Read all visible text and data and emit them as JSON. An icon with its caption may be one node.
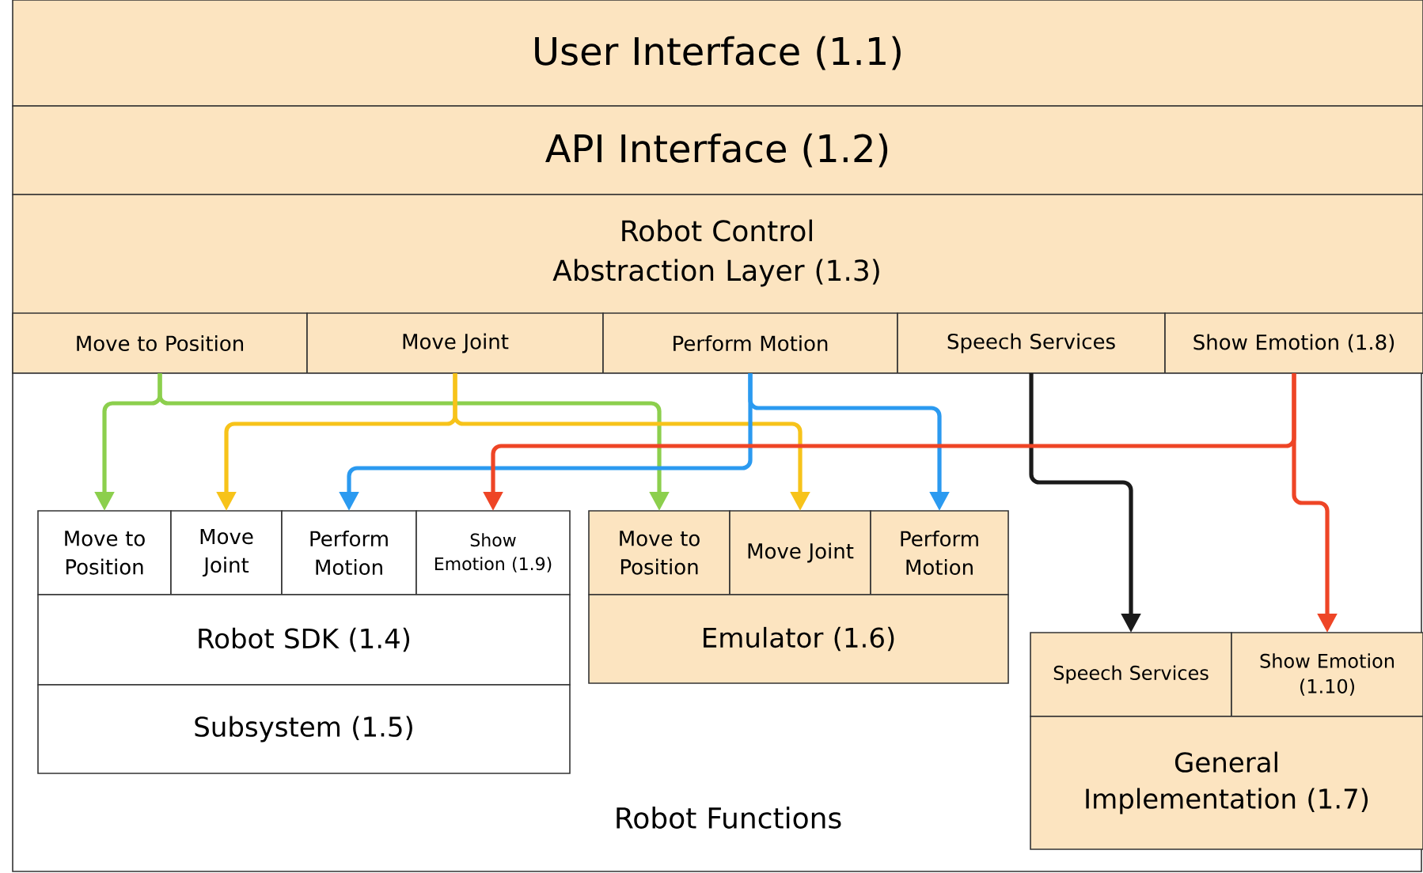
{
  "diagram": {
    "nodes": [
      {
        "text": [
          "User Interface (1.1)"
        ]
      },
      {
        "text": [
          "API Interface (1.2)"
        ]
      },
      {
        "text": [
          "Robot Control Abstraction Layer (1.3)"
        ]
      },
      {
        "text": [
          "Move to Position"
        ],
        "in": 2
      },
      {
        "text": [
          "Move Joint"
        ],
        "in": 2
      },
      {
        "text": [
          "Perform Motion"
        ],
        "in": 2
      },
      {
        "text": [
          "Speech Services"
        ],
        "in": 2
      },
      {
        "text": [
          "Show Emotion (1.8)"
        ],
        "in": 2
      },
      {
        "text": [
          "Robot Functions"
        ]
      },
      {
        "text": [
          "Move to Position"
        ],
        "in": 8
      },
      {
        "text": [
          "Move Joint"
        ],
        "in": 8
      },
      {
        "text": [
          "Perform Motion"
        ],
        "in": 8
      },
      {
        "text": [
          "Show Emotion (1.9)"
        ],
        "in": 8
      },
      {
        "text": [
          "Robot SDK (1.4)"
        ],
        "in": 8
      },
      {
        "text": [
          "Subsystem (1.5)"
        ],
        "in": 8
      },
      {
        "text": [
          "Move to Position"
        ],
        "in": 8
      },
      {
        "text": [
          "Move Joint"
        ],
        "in": 8
      },
      {
        "text": [
          "Perform Motion"
        ],
        "in": 8
      },
      {
        "text": [
          "Emulator (1.6)"
        ],
        "in": 8
      },
      {
        "text": [
          "Speech Services"
        ],
        "in": 8
      },
      {
        "text": [
          "Show Emotion (1.10)"
        ],
        "in": 8
      },
      {
        "text": [
          "General Implementation (1.7)"
        ],
        "in": 8
      }
    ],
    "edges": [
      {
        "from": 3,
        "to": 9,
        "arrow": "to",
        "color": "#8ccf4d"
      },
      {
        "from": 3,
        "to": 15,
        "arrow": "to",
        "color": "#8ccf4d"
      },
      {
        "from": 4,
        "to": 10,
        "arrow": "to",
        "color": "#f7c31a"
      },
      {
        "from": 4,
        "to": 16,
        "arrow": "to",
        "color": "#f7c31a"
      },
      {
        "from": 5,
        "to": 11,
        "arrow": "to",
        "color": "#2b9af0"
      },
      {
        "from": 5,
        "to": 17,
        "arrow": "to",
        "color": "#2b9af0"
      },
      {
        "from": 6,
        "to": 19,
        "arrow": "to",
        "color": "#1a1a1a"
      },
      {
        "from": 7,
        "to": 12,
        "arrow": "to",
        "color": "#ee4526"
      },
      {
        "from": 7,
        "to": 20,
        "arrow": "to",
        "color": "#ee4526"
      }
    ]
  }
}
